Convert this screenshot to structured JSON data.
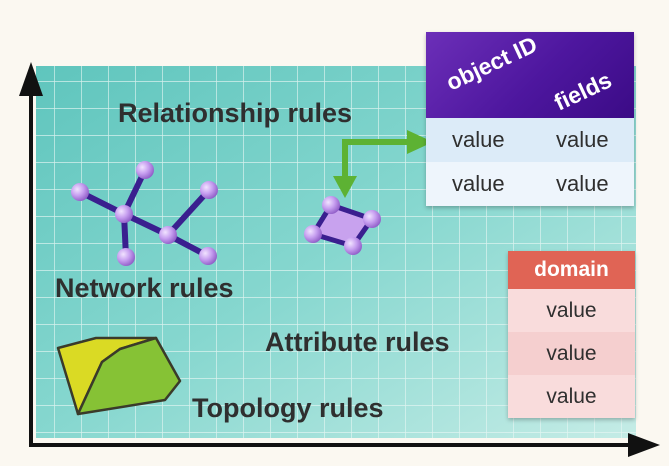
{
  "labels": {
    "relationship": "Relationship rules",
    "network": "Network rules",
    "attribute": "Attribute rules",
    "topology": "Topology rules"
  },
  "relationship_table": {
    "headers": [
      "object ID",
      "fields"
    ],
    "rows": [
      [
        "value",
        "value"
      ],
      [
        "value",
        "value"
      ]
    ]
  },
  "domain_table": {
    "header": "domain",
    "values": [
      "value",
      "value",
      "value"
    ]
  },
  "colors": {
    "grid_background": "#7fd3cb",
    "grid_lines": "#d8f1ee",
    "node": "#b98be0",
    "edge": "#3a1f8f",
    "arrow": "#5db233",
    "polygon_left": "#d6d61e",
    "polygon_right": "#7fbf2b",
    "relationship_header": "#5a1fa8",
    "domain_header": "#e06455"
  }
}
